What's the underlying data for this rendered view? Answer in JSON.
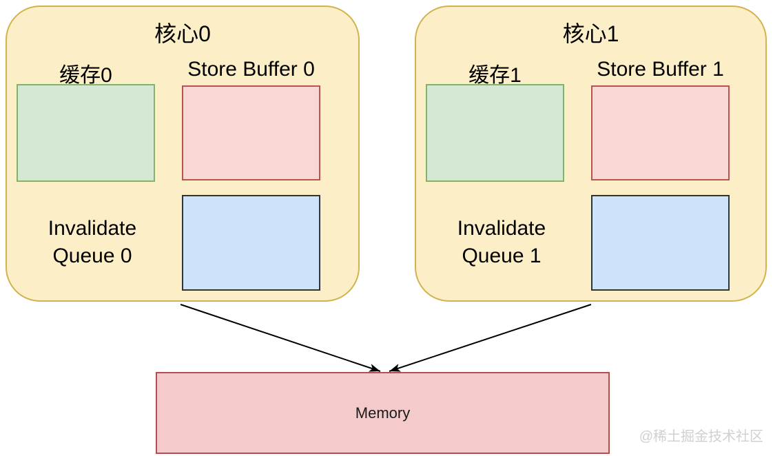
{
  "colors": {
    "core_fill": "#FCEFC7",
    "core_border": "#D2B24C",
    "cache_fill": "#D5E8D4",
    "cache_border": "#82B366",
    "store_buffer_fill": "#F8D7D5",
    "store_buffer_border": "#B85450",
    "invalidate_queue_fill": "#CCE3FA",
    "invalidate_queue_border": "#333333",
    "memory_fill": "#F5CACA",
    "memory_border": "#B05050",
    "arrow": "#000000",
    "watermark": "#D0D0D0"
  },
  "cores": [
    {
      "title": "核心0",
      "cache_label": "缓存0",
      "store_buffer_label": "Store Buffer 0",
      "invalidate_queue_line1": "Invalidate",
      "invalidate_queue_line2": "Queue 0"
    },
    {
      "title": "核心1",
      "cache_label": "缓存1",
      "store_buffer_label": "Store Buffer 1",
      "invalidate_queue_line1": "Invalidate",
      "invalidate_queue_line2": "Queue 1"
    }
  ],
  "memory": {
    "label": "Memory"
  },
  "watermark": "@稀土掘金技术社区"
}
